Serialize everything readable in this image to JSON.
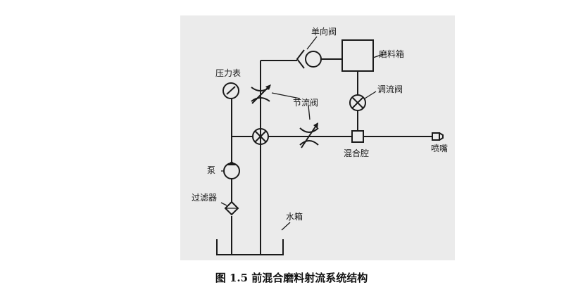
{
  "labels": {
    "check_valve": "单向阀",
    "abrasive_tank": "磨料箱",
    "pressure_gauge": "压力表",
    "regulating_valve": "调流阀",
    "throttle_valve": "节流阀",
    "mixing_chamber": "混合腔",
    "nozzle": "喷嘴",
    "pump": "泵",
    "filter": "过滤器",
    "water_tank": "水箱"
  },
  "caption": "图 1.5  前混合磨料射流系统结构"
}
